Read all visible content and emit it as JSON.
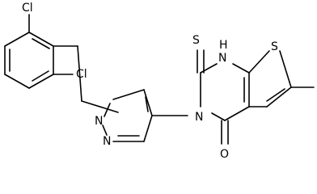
{
  "colors": {
    "bond": "#000000",
    "label": "#000000",
    "background": "#ffffff"
  },
  "atoms": {
    "cl_top": "Cl",
    "cl_ortho": "Cl",
    "n_pyrazole_1": "N",
    "n_pyrazole_2": "N",
    "n_pyrimidine": "N",
    "nh": "N",
    "h": "H",
    "s_thione": "S",
    "s_thiophene": "S",
    "o_carbonyl": "O"
  }
}
